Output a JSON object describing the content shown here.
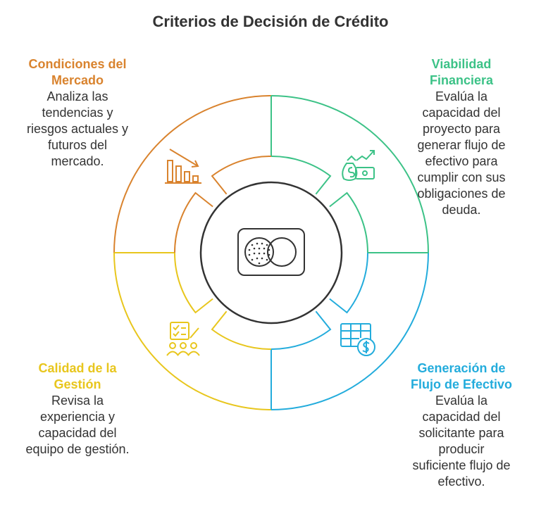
{
  "title": "Criterios de Decisión de Crédito",
  "colors": {
    "market": "#D9832E",
    "viability": "#3CC287",
    "cashflow": "#23ACDC",
    "management": "#E8C61D",
    "dark": "#333333"
  },
  "sections": {
    "market": {
      "heading": "Condiciones del\nMercado",
      "description": "Analiza las\ntendencias y\nriesgos actuales y\nfuturos del\nmercado.",
      "icon": "declining-chart-icon"
    },
    "viability": {
      "heading": "Viabilidad\nFinanciera",
      "description": "Evalúa la\ncapacidad del\nproyecto para\ngenerar flujo de\nefectivo para\ncumplir con sus\nobligaciones de\ndeuda.",
      "icon": "money-growth-icon"
    },
    "cashflow": {
      "heading": "Generación de\nFlujo de Efectivo",
      "description": "Evalúa la\ncapacidad del\nsolicitante para\nproducir\nsuficiente flujo de\nefectivo.",
      "icon": "spreadsheet-dollar-icon"
    },
    "management": {
      "heading": "Calidad de la\nGestión",
      "description": "Revisa la\nexperiencia y\ncapacidad del\nequipo de gestión.",
      "icon": "team-checklist-icon"
    }
  },
  "center": {
    "icon": "credit-card-icon"
  }
}
